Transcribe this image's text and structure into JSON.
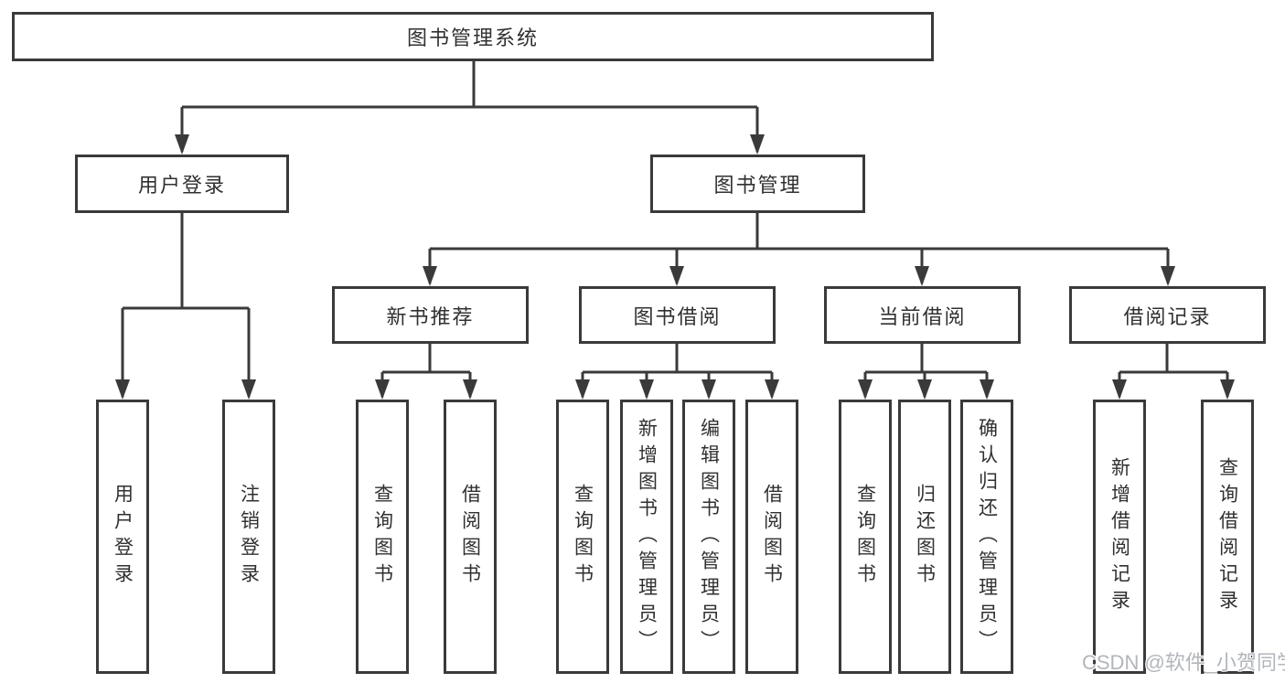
{
  "tree": {
    "root": {
      "label": "图书管理系统"
    },
    "branches": [
      {
        "label": "用户登录",
        "children": [
          {
            "label": "用户登录"
          },
          {
            "label": "注销登录"
          }
        ]
      },
      {
        "label": "图书管理",
        "children": [
          {
            "label": "新书推荐",
            "children": [
              {
                "label": "查询图书"
              },
              {
                "label": "借阅图书"
              }
            ]
          },
          {
            "label": "图书借阅",
            "children": [
              {
                "label": "查询图书"
              },
              {
                "label": "新增图书（管理员）"
              },
              {
                "label": "编辑图书（管理员）"
              },
              {
                "label": "借阅图书"
              }
            ]
          },
          {
            "label": "当前借阅",
            "children": [
              {
                "label": "查询图书"
              },
              {
                "label": "归还图书"
              },
              {
                "label": "确认归还（管理员）"
              }
            ]
          },
          {
            "label": "借阅记录",
            "children": [
              {
                "label": "新增借阅记录"
              },
              {
                "label": "查询借阅记录"
              }
            ]
          }
        ]
      }
    ]
  },
  "watermark": {
    "text": "CSDN @软件_小贺同学"
  },
  "colors": {
    "line": "#3a3a3a",
    "box_border": "#3a3a3a",
    "text": "#303030",
    "watermark": "#b2b6bb",
    "background": "#ffffff"
  }
}
